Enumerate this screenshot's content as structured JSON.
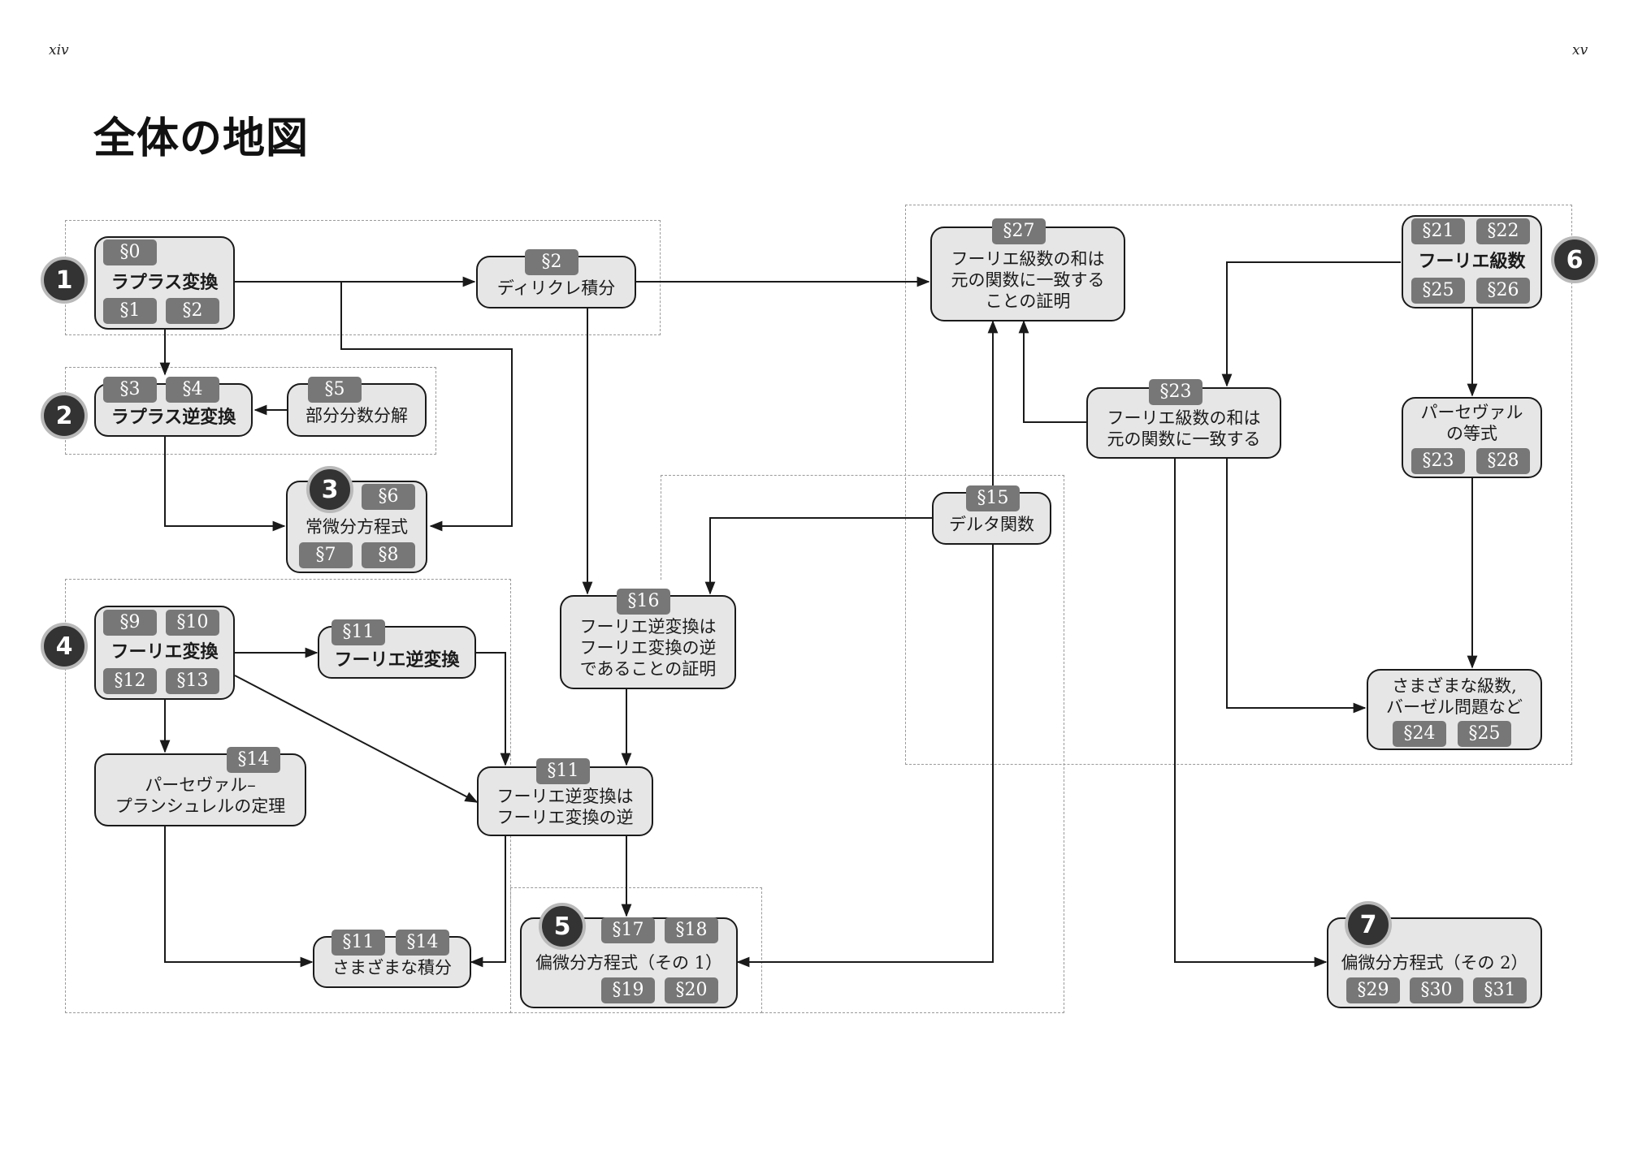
{
  "page_left": "xiv",
  "page_right": "xv",
  "title": "全体の地図",
  "badges": [
    "1",
    "2",
    "3",
    "4",
    "5",
    "6",
    "7"
  ],
  "nodes": {
    "laplace": {
      "label": "ラプラス変換",
      "tags": [
        "§0",
        "§1",
        "§2"
      ]
    },
    "dirichlet": {
      "label": "ディリクレ積分",
      "tags": [
        "§2"
      ]
    },
    "inverse_laplace": {
      "label": "ラプラス逆変換",
      "tags": [
        "§3",
        "§4"
      ]
    },
    "partial_fraction": {
      "label": "部分分数分解",
      "tags": [
        "§5"
      ]
    },
    "ode": {
      "label": "常微分方程式",
      "tags": [
        "§6",
        "§7",
        "§8"
      ]
    },
    "fourier_transform": {
      "label": "フーリエ変換",
      "tags": [
        "§9",
        "§10",
        "§12",
        "§13"
      ]
    },
    "inverse_fourier_a": {
      "label": "フーリエ逆変換",
      "tags": [
        "§11"
      ]
    },
    "parseval_plancherel": {
      "label": "パーセヴァル–\nプランシュレルの定理",
      "tags": [
        "§14"
      ]
    },
    "various_integrals": {
      "label": "さまざまな積分",
      "tags": [
        "§11",
        "§14"
      ]
    },
    "inverse_proof": {
      "label": "フーリエ逆変換は\nフーリエ変換の逆\nであることの証明",
      "tags": [
        "§16"
      ]
    },
    "inverse_is_inverse": {
      "label": "フーリエ逆変換は\nフーリエ変換の逆",
      "tags": [
        "§11"
      ]
    },
    "pde1": {
      "label": "偏微分方程式（その 1）",
      "tags": [
        "§17",
        "§18",
        "§19",
        "§20"
      ]
    },
    "series_proof": {
      "label": "フーリエ級数の和は\n元の関数に一致する\nことの証明",
      "tags": [
        "§27"
      ]
    },
    "delta": {
      "label": "デルタ関数",
      "tags": [
        "§15"
      ]
    },
    "series_sum": {
      "label": "フーリエ級数の和は\n元の関数に一致する",
      "tags": [
        "§23"
      ]
    },
    "fourier_series": {
      "label": "フーリエ級数",
      "tags": [
        "§21",
        "§22",
        "§25",
        "§26"
      ]
    },
    "parseval_eq": {
      "label": "パーセヴァル\nの等式",
      "tags": [
        "§23",
        "§28"
      ]
    },
    "various_series": {
      "label": "さまざまな級数,\nバーゼル問題など",
      "tags": [
        "§24",
        "§25"
      ]
    },
    "pde2": {
      "label": "偏微分方程式（その 2）",
      "tags": [
        "§29",
        "§30",
        "§31"
      ]
    }
  },
  "colors": {
    "node_fill": "#e6e6e6",
    "tag_fill": "#777777",
    "badge_fill": "#333333",
    "frame": "#9a9a9a"
  }
}
